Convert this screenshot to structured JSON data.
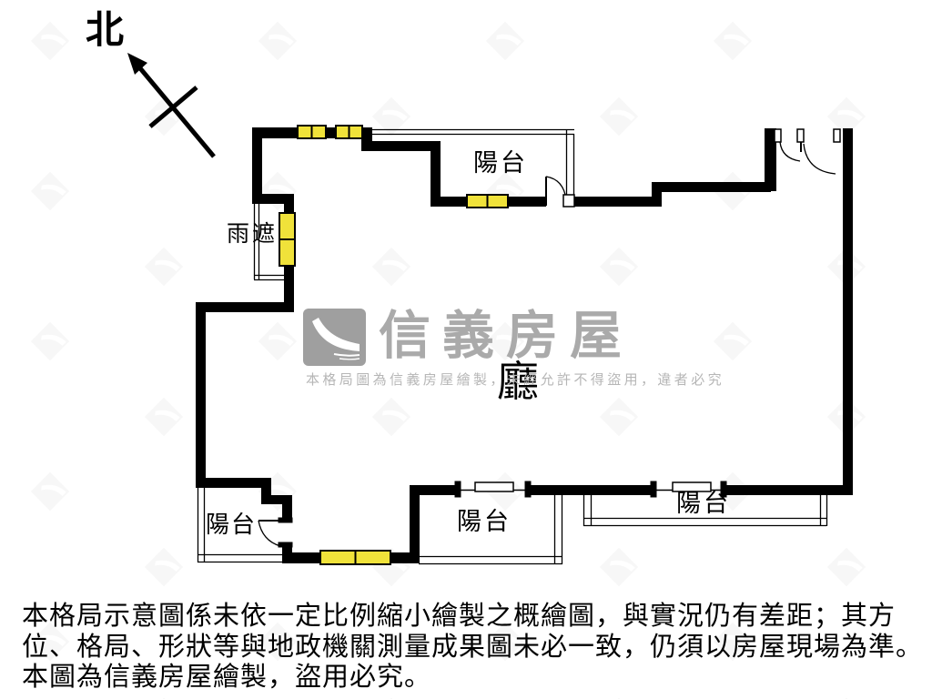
{
  "compass": {
    "north_label": "北"
  },
  "labels": {
    "balcony_top": "陽台",
    "rain_cover": "雨遮",
    "hall": "廳",
    "balcony_bottom_left": "陽台",
    "balcony_bottom_center": "陽台",
    "balcony_bottom_right": "陽台"
  },
  "watermark": {
    "brand": "信義房屋",
    "notice": "本格局圖為信義房屋繪製，未經允許不得盜用，違者必究"
  },
  "disclaimer": {
    "lines": [
      "本格局示意圖係未依一定比例縮小繪製之概繪圖，與實況仍有差距；其方",
      "位、格局、形狀等與地政機關測量成果圖未必一致，仍須以房屋現場為準。",
      "本圖為信義房屋繪製，盜用必究。"
    ]
  },
  "colors": {
    "wall": "#000000",
    "window": "#f0e23a",
    "watermark_gray": "#aaaaaa",
    "background": "#ffffff"
  }
}
